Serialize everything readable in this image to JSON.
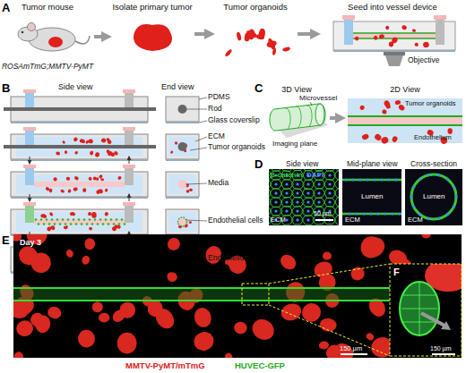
{
  "diagram": {
    "nodes": [
      {
        "text": [
          "Tumor mouse",
          "ROSAmTmG;MMTV-PyMT"
        ]
      },
      {
        "text": [
          "Isolate primary tumor"
        ]
      },
      {
        "text": [
          "Tumor organoids"
        ]
      },
      {
        "text": [
          "Seed into vessel device"
        ]
      },
      {
        "text": [
          "3D View"
        ]
      },
      {
        "text": [
          "2D View"
        ]
      }
    ],
    "edges": [
      {
        "from": 0,
        "to": 1,
        "arrow": "to"
      },
      {
        "from": 1,
        "to": 2,
        "arrow": "to"
      },
      {
        "from": 2,
        "to": 3,
        "arrow": "to"
      },
      {
        "from": 4,
        "to": 5,
        "arrow": "to"
      }
    ],
    "labels": [
      "A",
      "Objective",
      "B",
      "Side view",
      "End view",
      "PDMS",
      "Rod",
      "Glass coverslip",
      "ECM",
      "Tumor organoids",
      "Media",
      "Endothelial cells",
      "Endothelium",
      "C",
      "Microvessel",
      "Imaging plane",
      "Tumor organoids",
      "Endothelium",
      "D",
      "β-catenin",
      "DAPI",
      "Side view",
      "Mid-plane view",
      "Cross-section",
      "50 µm",
      "Lumen",
      "Lumen",
      "ECM",
      "ECM",
      "ECM",
      "E",
      "Day 3",
      "150 µm",
      "F",
      "150 µm",
      "MMTV-PyMT/mTmG",
      "HUVEC-GFP"
    ]
  }
}
